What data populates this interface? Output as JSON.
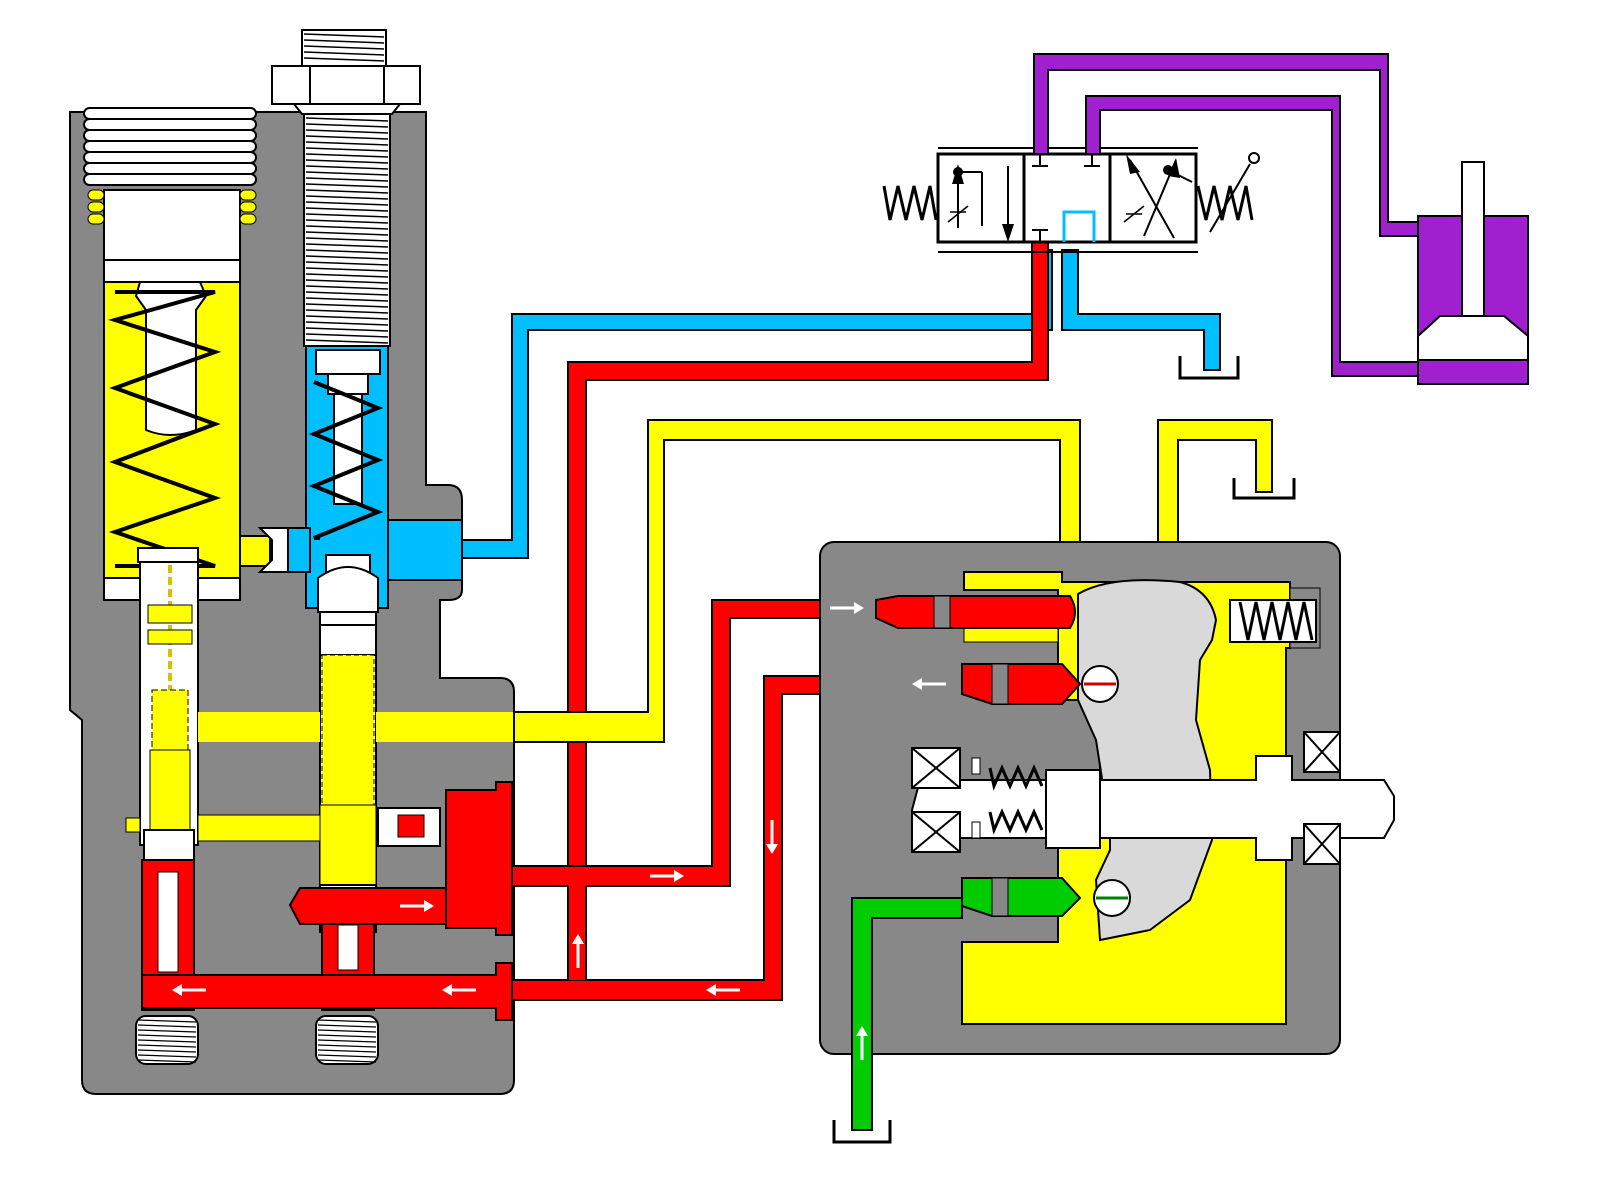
{
  "diagram": {
    "kind": "hydraulic circuit cross-section",
    "labels": [],
    "colors": {
      "body": "#888888",
      "pressure": "#ff0000",
      "pilot": "#ffff00",
      "return": "#00bfff",
      "suction": "#00cc00",
      "actuator": "#a020d0",
      "part_light": "#d9d9d9",
      "outline": "#000000",
      "flow_arrow": "#ffffff"
    },
    "components": [
      "relief-valve",
      "pressure-adjust-valve",
      "directional-control-valve",
      "hydraulic-cylinder",
      "piston-pump",
      "drive-shaft",
      "tank"
    ]
  }
}
